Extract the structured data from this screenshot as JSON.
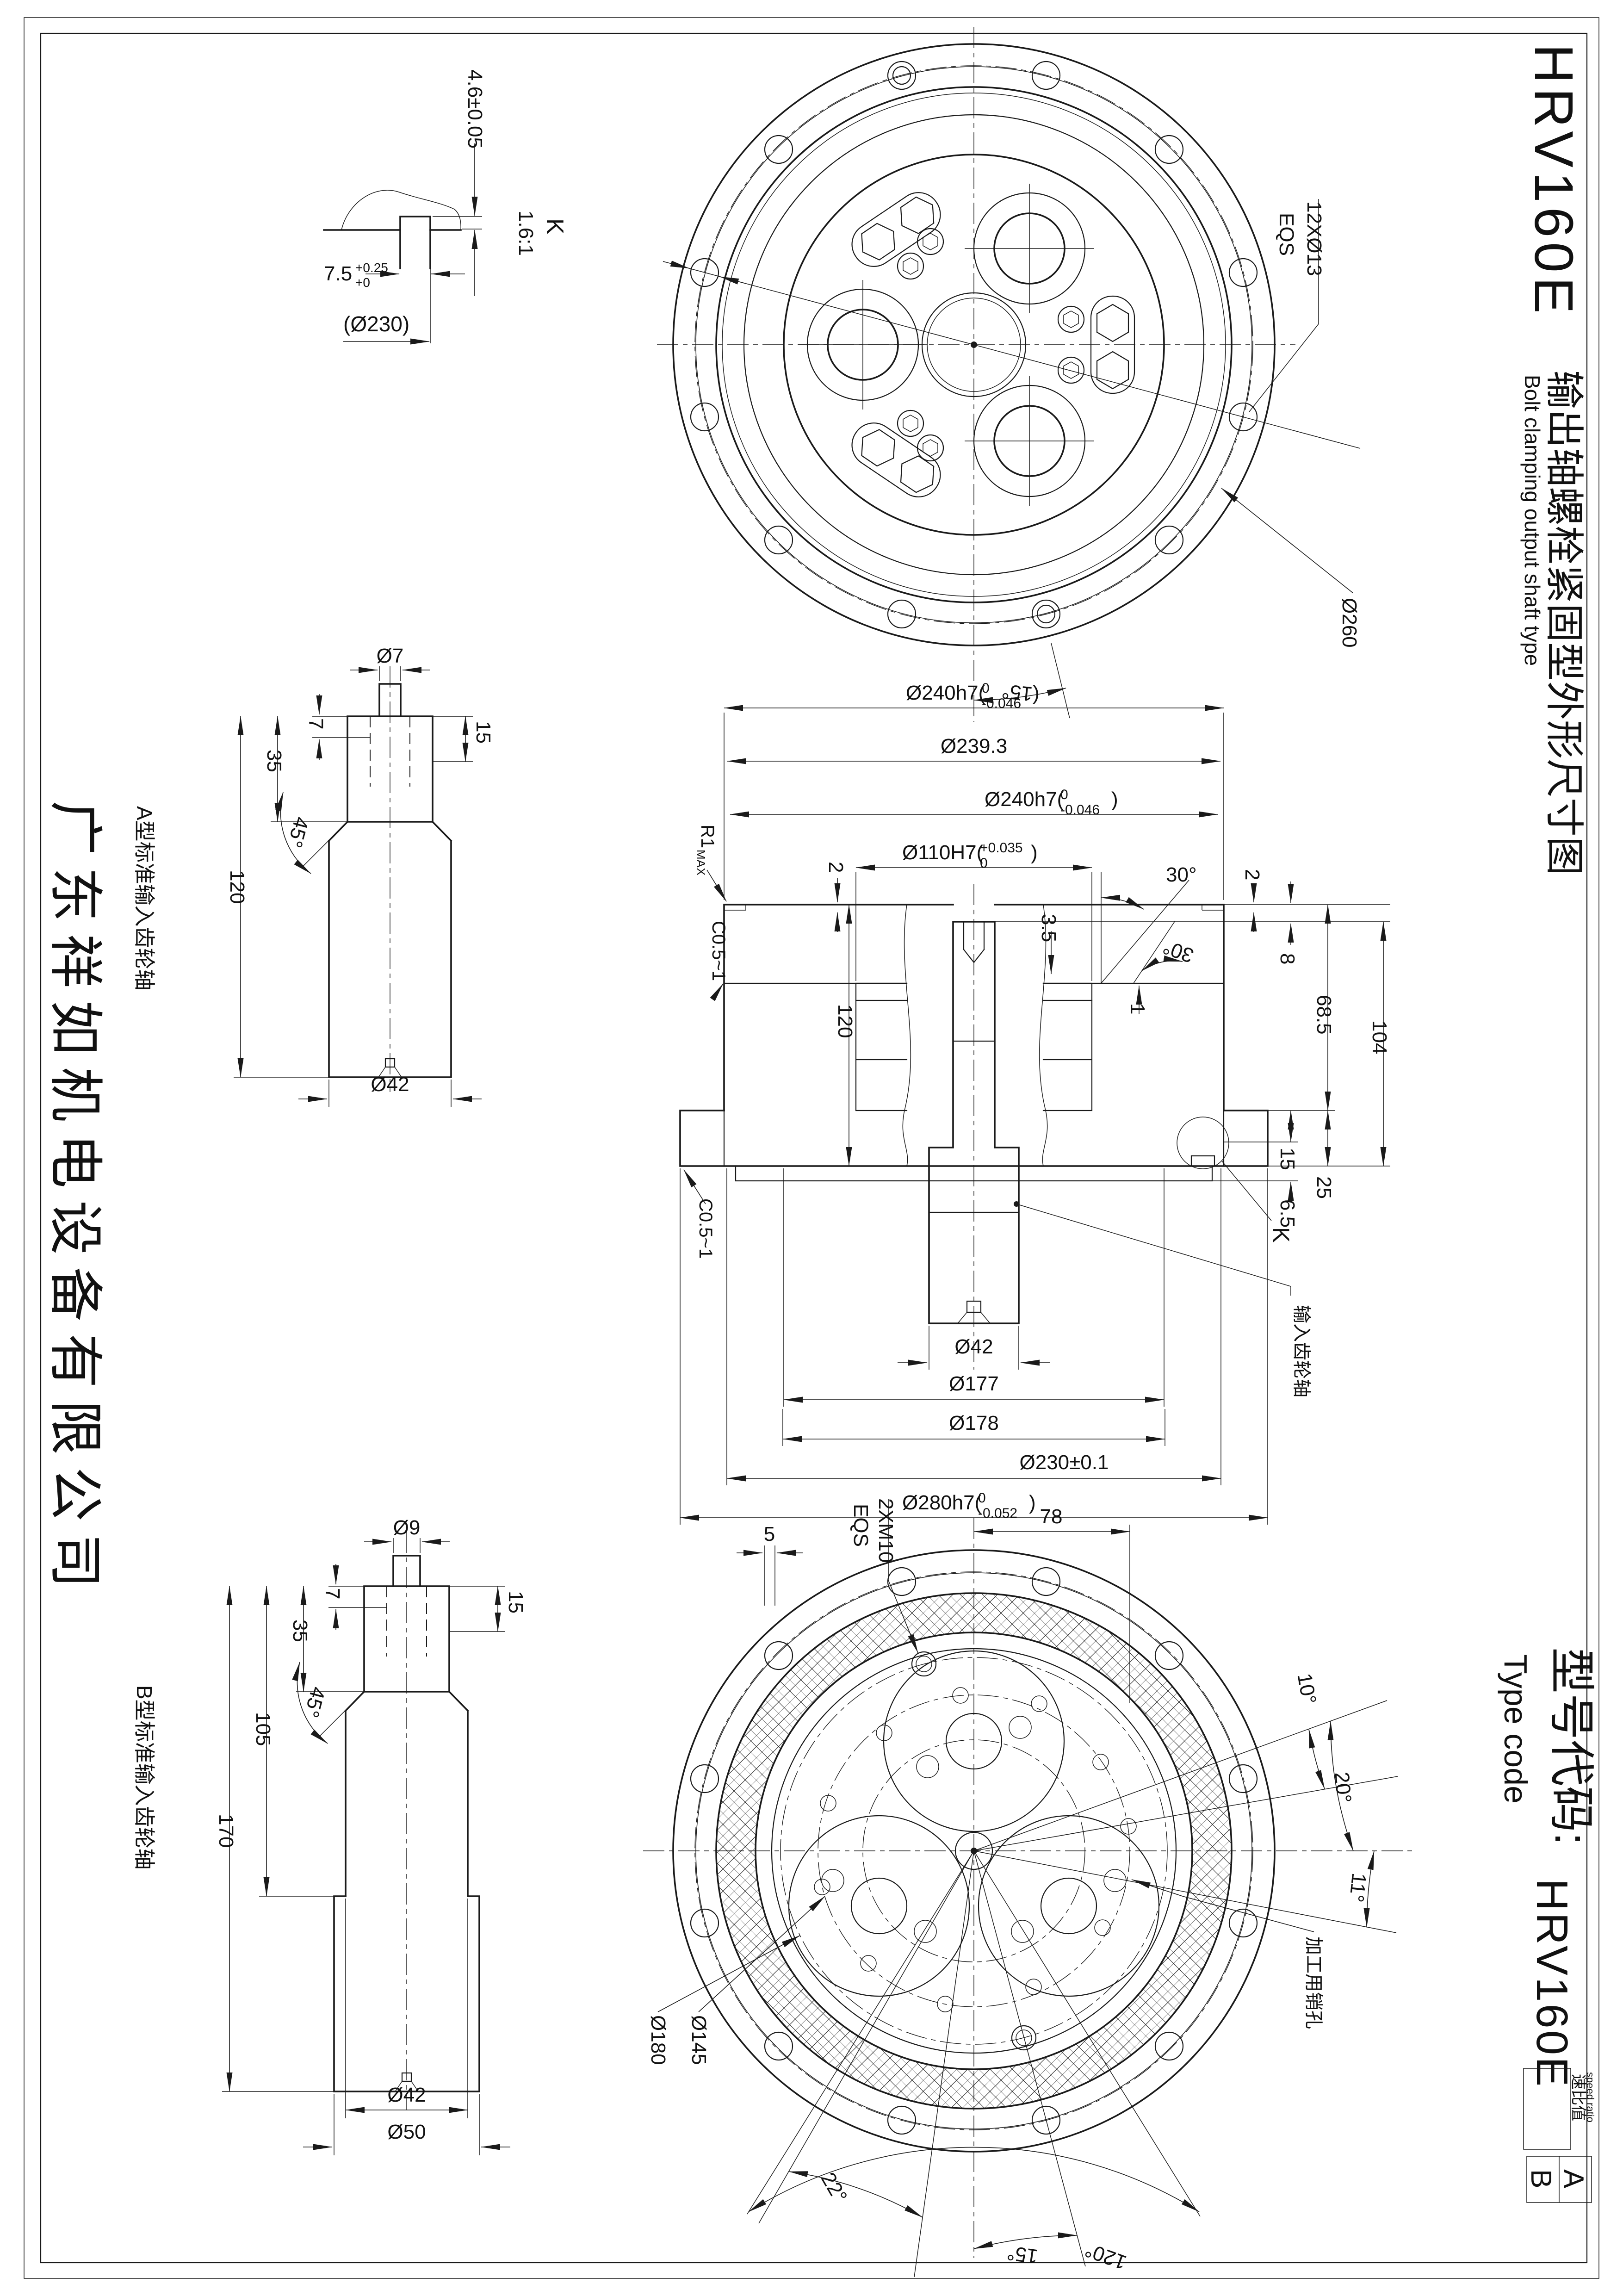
{
  "sheet": {
    "company": "广东祥如机电设备有限公司",
    "title_model": "HRV160E",
    "title_cn": "输出轴螺栓紧固型外形尺寸图",
    "title_en": "Bolt clamping output shaft type",
    "type_code_cn": "型号代码:",
    "type_code_en": "Type code",
    "type_code_model": "HRV160E",
    "speed_ratio_cn": "速比值",
    "speed_ratio_en": "speed ratio",
    "option_a": "A",
    "option_b": "B"
  },
  "detail_k": {
    "name": "K",
    "scale": "1.6:1",
    "dim_height": "4.6±0.05",
    "slot_main": "7.5",
    "slot_sup": "+0.25",
    "slot_sub": "+0",
    "dim_ref": "(Ø230)"
  },
  "output_flange": {
    "bolt_note": "12XØ13",
    "bolt_note2": "EQS",
    "bcd": "Ø260",
    "angle": "15°"
  },
  "section": {
    "d240_main": "Ø240h7(",
    "d240_sup": "0",
    "d240_sub": "-0.046",
    "paren": ")",
    "d239": "Ø239.3",
    "d110_main": "Ø110H7(",
    "d110_sup": "+0.035",
    "d110_sub": "0",
    "angle30": "30°",
    "dim_3_5": "3.5",
    "dim_2": "2",
    "dim_1": "1",
    "dim_120": "120",
    "r1": "R1",
    "r1_sub": "MAX",
    "c05": "C0.5~1",
    "dim_8": "8",
    "dim_68_5": "68.5",
    "dim_15": "15",
    "dim_104": "104",
    "dim_25": "25",
    "dim_6_5": "6.5",
    "detail_ref": "K",
    "d42": "Ø42",
    "d177": "Ø177",
    "d178": "Ø178",
    "d230": "Ø230±0.1",
    "d280_main": "Ø280h7(",
    "d280_sup": "0",
    "d280_sub": "-0.052",
    "input_shaft_label": "输入齿轮轴"
  },
  "shaft_a": {
    "label": "A型标准输入齿轮轴",
    "d7": "Ø7",
    "dim_7": "7",
    "dim_35": "35",
    "dim_120": "120",
    "dim_15": "15",
    "angle_45": "45°",
    "d42": "Ø42"
  },
  "shaft_b": {
    "label": "B型标准输入齿轮轴",
    "d9": "Ø9",
    "dim_7": "7",
    "dim_35": "35",
    "dim_105": "105",
    "dim_170": "170",
    "dim_15": "15",
    "angle_45": "45°",
    "d42": "Ø42",
    "d50": "Ø50"
  },
  "input_view": {
    "dim_78": "78",
    "dim_5": "5",
    "m10_note": "2XM10",
    "m10_note2": "EQS",
    "a10": "10°",
    "a20": "20°",
    "a11": "11°",
    "d145": "Ø145",
    "d180": "Ø180",
    "a22": "22°",
    "a15": "15°",
    "a120": "120°",
    "pin_label": "加工用销孔"
  }
}
